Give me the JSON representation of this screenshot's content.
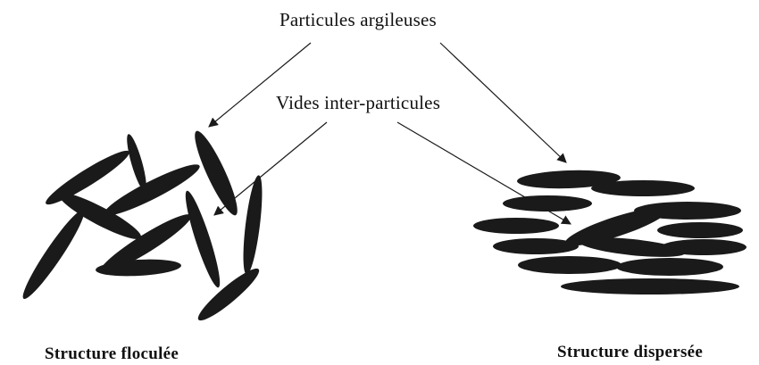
{
  "labels": {
    "clay_particles": "Particules argileuses",
    "inter_particle_voids": "Vides inter-particules",
    "flocculated_structure": "Structure floculée",
    "dispersed_structure": "Structure dispersée"
  },
  "colors": {
    "particle": "#1a1a1a",
    "arrow": "#1a1a1a",
    "text": "#111111",
    "background": "#ffffff"
  }
}
